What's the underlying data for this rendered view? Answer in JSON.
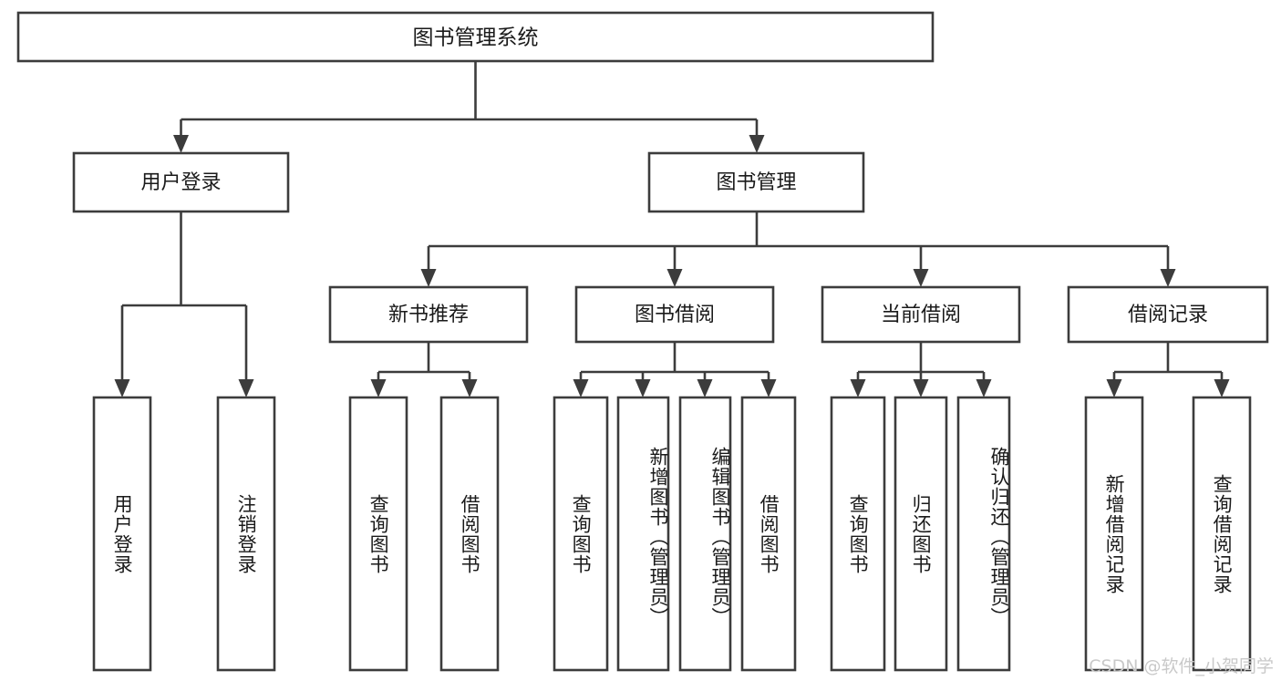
{
  "diagram": {
    "type": "tree-hierarchy-chart",
    "title": "图书管理系统",
    "watermark": "CSDN @软件_小贺同学",
    "colors": {
      "stroke": "#3c3c3c",
      "fill": "#ffffff",
      "text": "#1a1a1a",
      "watermark": "#c9c9c9"
    },
    "root": {
      "label": "图书管理系统"
    },
    "level1": [
      {
        "label": "用户登录"
      },
      {
        "label": "图书管理"
      }
    ],
    "level2": [
      {
        "label": "新书推荐"
      },
      {
        "label": "图书借阅"
      },
      {
        "label": "当前借阅"
      },
      {
        "label": "借阅记录"
      }
    ],
    "leaves": {
      "user_login": [
        {
          "label": "用户登录"
        },
        {
          "label": "注销登录"
        }
      ],
      "new_book_recommend": [
        {
          "label": "查询图书"
        },
        {
          "label": "借阅图书"
        }
      ],
      "book_borrow": [
        {
          "label": "查询图书"
        },
        {
          "label": "新增图书（管理员）"
        },
        {
          "label": "编辑图书（管理员）"
        },
        {
          "label": "借阅图书"
        }
      ],
      "current_borrow": [
        {
          "label": "查询图书"
        },
        {
          "label": "归还图书"
        },
        {
          "label": "确认归还（管理员）"
        }
      ],
      "borrow_record": [
        {
          "label": "新增借阅记录"
        },
        {
          "label": "查询借阅记录"
        }
      ]
    }
  }
}
